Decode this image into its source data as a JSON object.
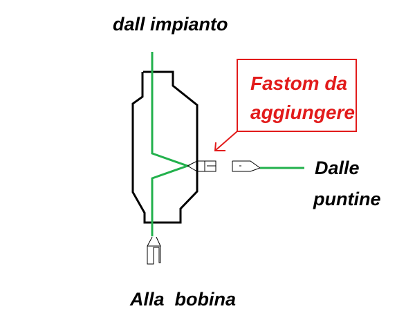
{
  "labels": {
    "top": "dall impianto",
    "right_line1": "Dalle",
    "right_line2": "puntine",
    "bottom": "Alla  bobina",
    "callout_line1": "Fastom da",
    "callout_line2": "aggiungere"
  },
  "colors": {
    "wire": "#22b14c",
    "outline": "#000000",
    "callout": "#e21b1b"
  }
}
